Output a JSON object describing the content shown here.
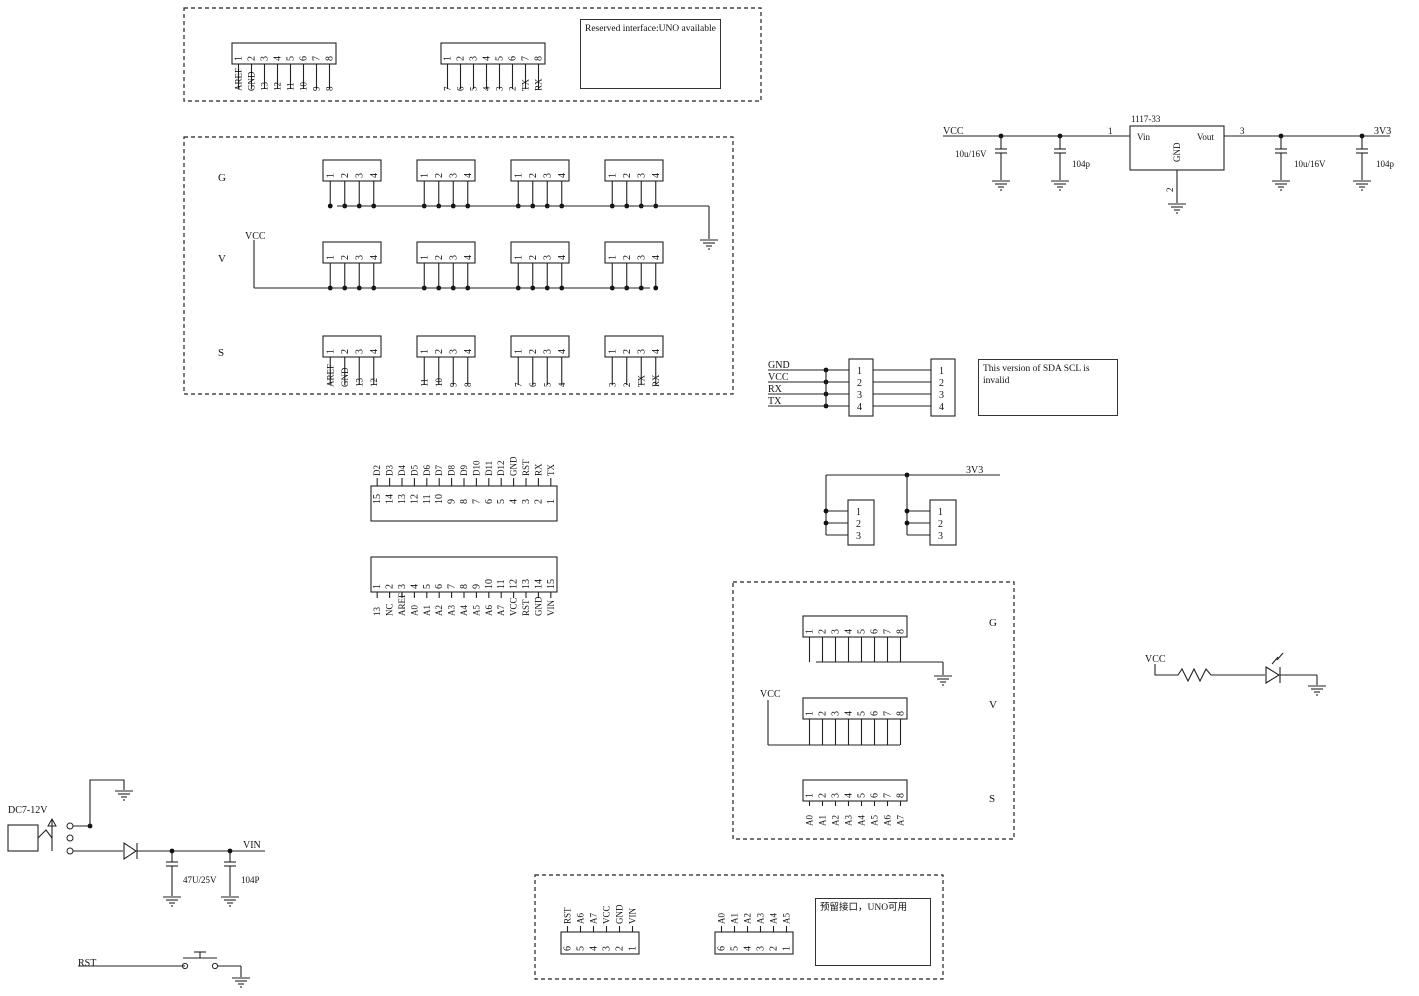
{
  "labels": {
    "g": "G",
    "v": "V",
    "s": "S",
    "vcc": "VCC",
    "gnd": "GND",
    "rx": "RX",
    "tx": "TX",
    "three_v3": "3V3",
    "vin": "VIN",
    "rst": "RST",
    "dc_in": "DC7-12V",
    "pin_1": "1",
    "pin_2": "2",
    "pin_3": "3"
  },
  "notes": {
    "reserved_en": "Reserved interface:UNO available",
    "sda_scl_invalid": "This version of SDA SCL is invalid",
    "reserved_cn": "预留接口，UNO可用"
  },
  "regulator": {
    "name": "1117-33",
    "vin": "Vin",
    "vout": "Vout",
    "gnd": "GND",
    "cap_in_bulk": "10u/16V",
    "cap_in_ceramic": "104p",
    "cap_out_bulk": "10u/16V",
    "cap_out_ceramic": "104p"
  },
  "power": {
    "cap_bulk": "47U/25V",
    "cap_ceramic": "104P"
  },
  "headers": {
    "top_left_pins": [
      "1",
      "2",
      "3",
      "4",
      "5",
      "6",
      "7",
      "8"
    ],
    "top_left_nets": [
      "AREF",
      "GND",
      "13",
      "12",
      "11",
      "10",
      "9",
      "8"
    ],
    "top_right_pins": [
      "1",
      "2",
      "3",
      "4",
      "5",
      "6",
      "7",
      "8"
    ],
    "top_right_nets": [
      "7",
      "6",
      "5",
      "4",
      "3",
      "2",
      "TX",
      "RX"
    ],
    "pins4": [
      "1",
      "2",
      "3",
      "4"
    ],
    "s_row_nets": [
      [
        "AREF",
        "GND",
        "13",
        "12"
      ],
      [
        "11",
        "10",
        "9",
        "8"
      ],
      [
        "7",
        "6",
        "5",
        "4"
      ],
      [
        "3",
        "2",
        "TX",
        "RX"
      ]
    ],
    "long_top_pins": [
      "15",
      "14",
      "13",
      "12",
      "11",
      "10",
      "9",
      "8",
      "7",
      "6",
      "5",
      "4",
      "3",
      "2",
      "1"
    ],
    "long_top_nets": [
      "D2",
      "D3",
      "D4",
      "D5",
      "D6",
      "D7",
      "D8",
      "D9",
      "D10",
      "D11",
      "D12",
      "GND",
      "RST",
      "RX",
      "TX"
    ],
    "long_bottom_pins": [
      "1",
      "2",
      "3",
      "4",
      "5",
      "6",
      "7",
      "8",
      "9",
      "10",
      "11",
      "12",
      "13",
      "14",
      "15"
    ],
    "long_bottom_nets": [
      "13",
      "NC",
      "AREF",
      "A0",
      "A1",
      "A2",
      "A3",
      "A4",
      "A5",
      "A6",
      "A7",
      "VCC",
      "RST",
      "GND",
      "VIN"
    ],
    "pins8": [
      "1",
      "2",
      "3",
      "4",
      "5",
      "6",
      "7",
      "8"
    ],
    "analog_s_nets": [
      "A0",
      "A1",
      "A2",
      "A3",
      "A4",
      "A5",
      "A6",
      "A7"
    ],
    "bottom_left_pins": [
      "6",
      "5",
      "4",
      "3",
      "2",
      "1"
    ],
    "bottom_left_nets": [
      "RST",
      "A6",
      "A7",
      "VCC",
      "GND",
      "VIN"
    ],
    "bottom_right_pins": [
      "6",
      "5",
      "4",
      "3",
      "2",
      "1"
    ],
    "bottom_right_nets": [
      "A0",
      "A1",
      "A2",
      "A3",
      "A4",
      "A5"
    ],
    "uart_pins": [
      "1",
      "2",
      "3",
      "4"
    ]
  }
}
